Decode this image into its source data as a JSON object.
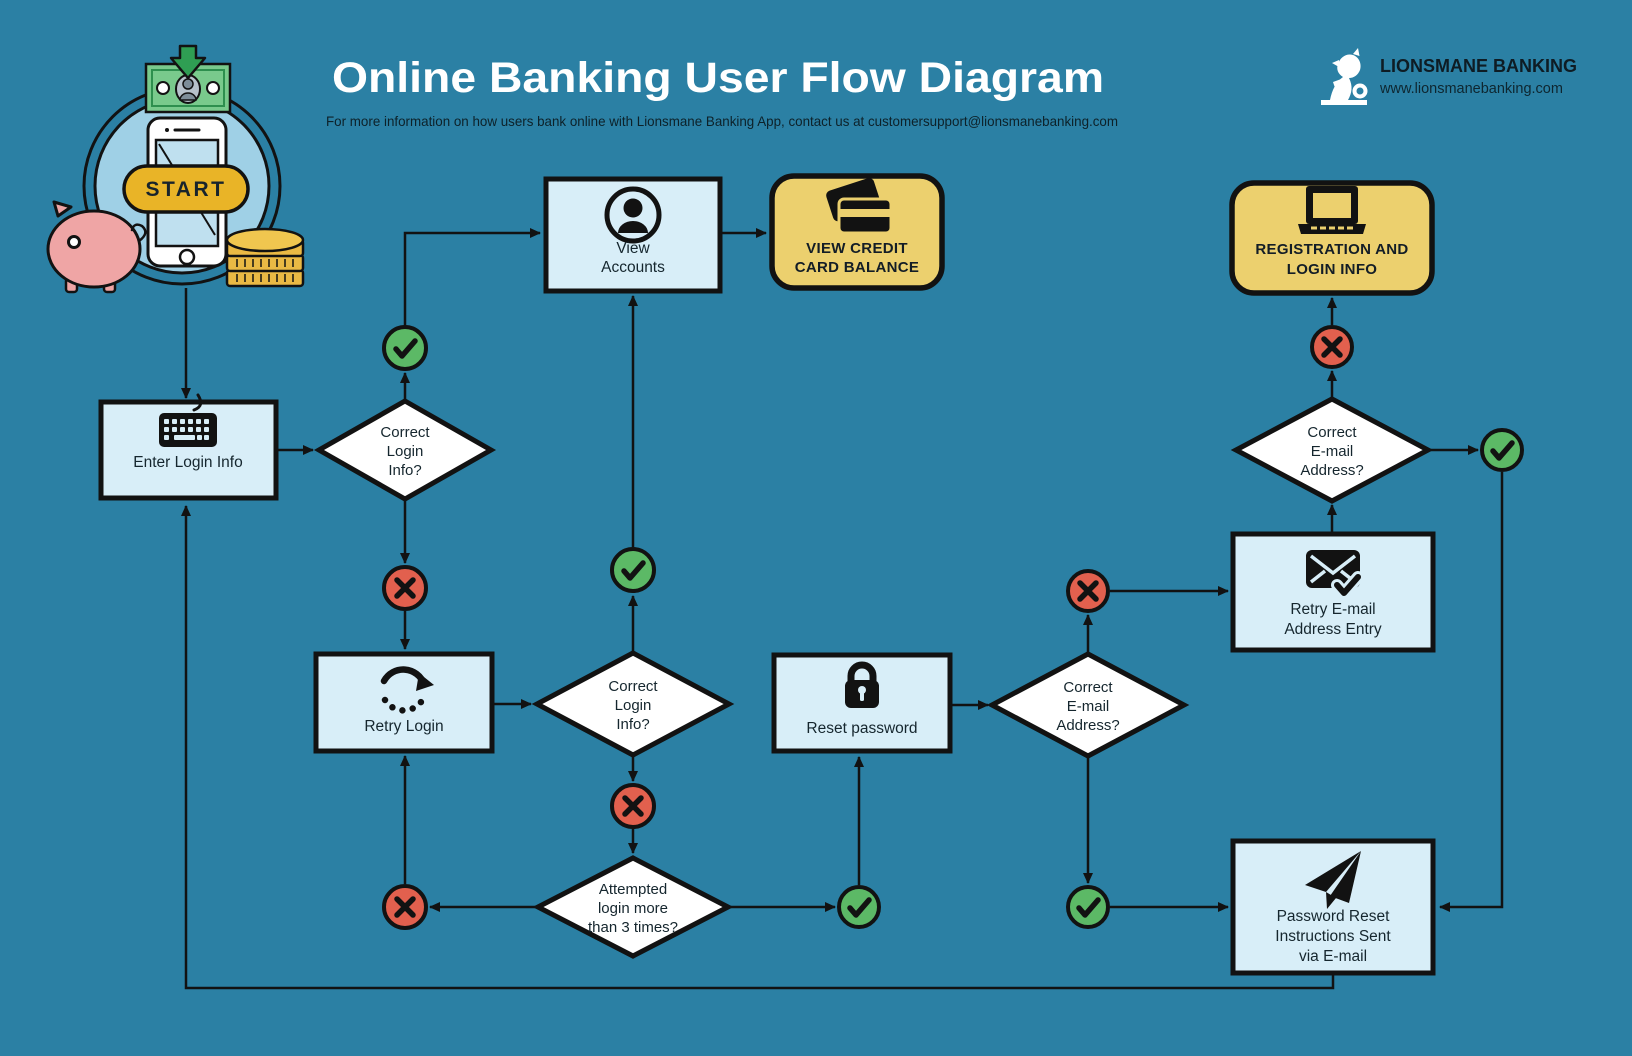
{
  "colors": {
    "background": "#2b80a4",
    "node_fill": "#d8eef8",
    "accent_yellow": "#ecd06e",
    "success_green": "#5cb966",
    "error_red": "#e2604e",
    "outline": "#121212",
    "title_text": "#ffffff"
  },
  "header": {
    "title": "Online Banking User Flow Diagram",
    "subtitle": "For more information on how users bank online with Lionsmane Banking App, contact us at customersupport@lionsmanebanking.com"
  },
  "brand": {
    "name": "LIONSMANE BANKING",
    "website": "www.lionsmanebanking.com"
  },
  "illustration": {
    "start_label": "START"
  },
  "nodes": {
    "enter_login": {
      "label": "Enter Login Info"
    },
    "view_accounts": {
      "line1": "View",
      "line2": "Accounts"
    },
    "view_credit_card": {
      "line1": "VIEW CREDIT",
      "line2": "CARD BALANCE"
    },
    "retry_login": {
      "label": "Retry Login"
    },
    "reset_password": {
      "label": "Reset password"
    },
    "retry_email": {
      "line1": "Retry E-mail",
      "line2": "Address Entry"
    },
    "registration": {
      "line1": "REGISTRATION AND",
      "line2": "LOGIN INFO"
    },
    "password_reset": {
      "line1": "Password Reset",
      "line2": "Instructions Sent",
      "line3": "via E-mail"
    }
  },
  "decisions": {
    "login1": {
      "line1": "Correct",
      "line2": "Login",
      "line3": "Info?"
    },
    "login2": {
      "line1": "Correct",
      "line2": "Login",
      "line3": "Info?"
    },
    "attempts": {
      "line1": "Attempted",
      "line2": "login more",
      "line3": "than 3 times?"
    },
    "email1": {
      "line1": "Correct",
      "line2": "E-mail",
      "line3": "Address?"
    },
    "email2": {
      "line1": "Correct",
      "line2": "E-mail",
      "line3": "Address?"
    }
  }
}
